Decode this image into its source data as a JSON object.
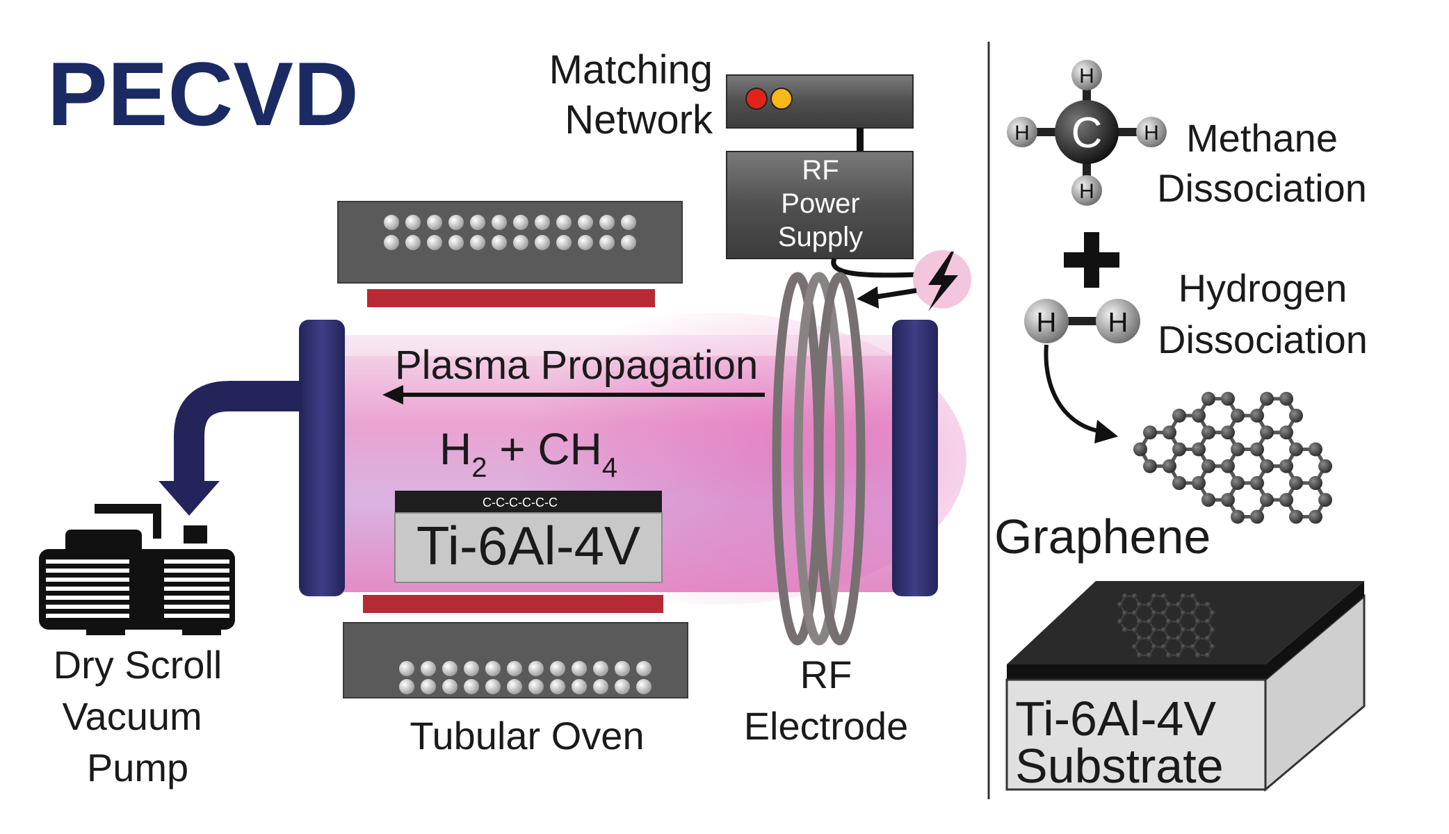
{
  "title": "PECVD",
  "labels": {
    "matching_line1": "Matching",
    "matching_line2": "Network",
    "rf_power_line1": "RF",
    "rf_power_line2": "Power",
    "rf_power_line3": "Supply",
    "plasma": "Plasma Propagation",
    "gas_h": "H",
    "gas_h_sub": "2",
    "gas_plus": " + CH",
    "gas_ch_sub": "4",
    "carbon_chain": "C-C-C-C-C-C",
    "sample_label": "Ti-6Al-4V",
    "pump_line1": "Dry Scroll",
    "pump_line2": "Vacuum",
    "pump_line3": "Pump",
    "oven": "Tubular Oven",
    "rf_electrode_line1": "RF",
    "rf_electrode_line2": "Electrode",
    "methane_line1": "Methane",
    "methane_line2": "Dissociation",
    "hydrogen_line1": "Hydrogen",
    "hydrogen_line2": "Dissociation",
    "graphene": "Graphene",
    "substrate_line1": "Ti-6Al-4V",
    "substrate_line2": "Substrate"
  },
  "atoms": {
    "carbon": "C",
    "hydrogen": "H"
  },
  "colors": {
    "title": "#1b2a63",
    "flange": "#2e2f6e",
    "heater": "#b52a35",
    "oven": "#5a5a5a",
    "plasma_pink": "#e98ac6",
    "led_red": "#e2231a",
    "led_yellow": "#f6b81a"
  }
}
